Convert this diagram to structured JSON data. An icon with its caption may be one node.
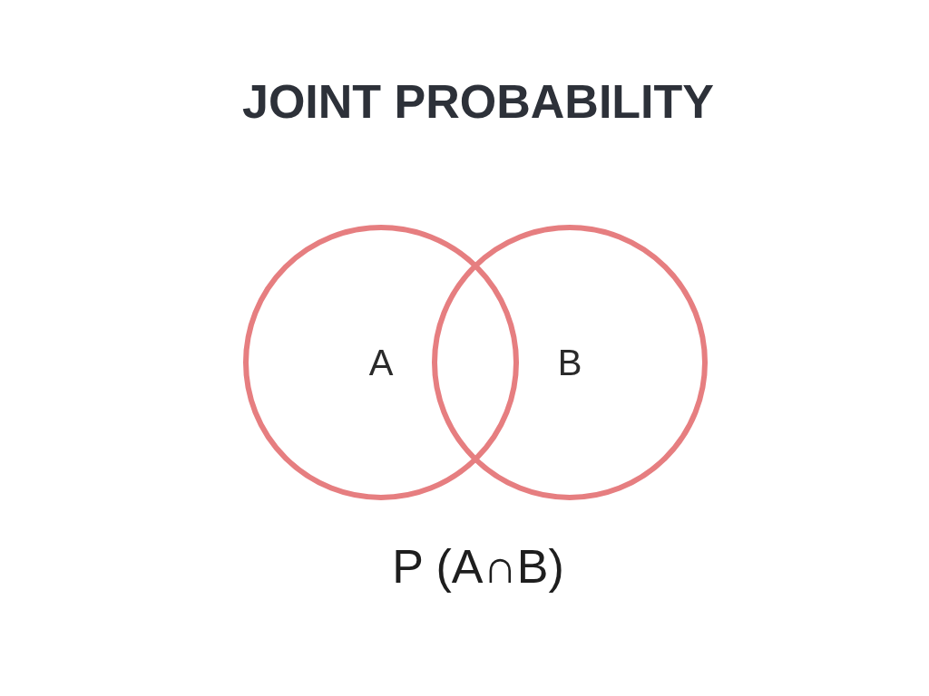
{
  "diagram": {
    "title": "JOINT PROBABILITY",
    "nodes": [
      {
        "text": [
          "A"
        ]
      },
      {
        "text": [
          "B"
        ]
      }
    ],
    "caption": "P (A∩B)"
  }
}
